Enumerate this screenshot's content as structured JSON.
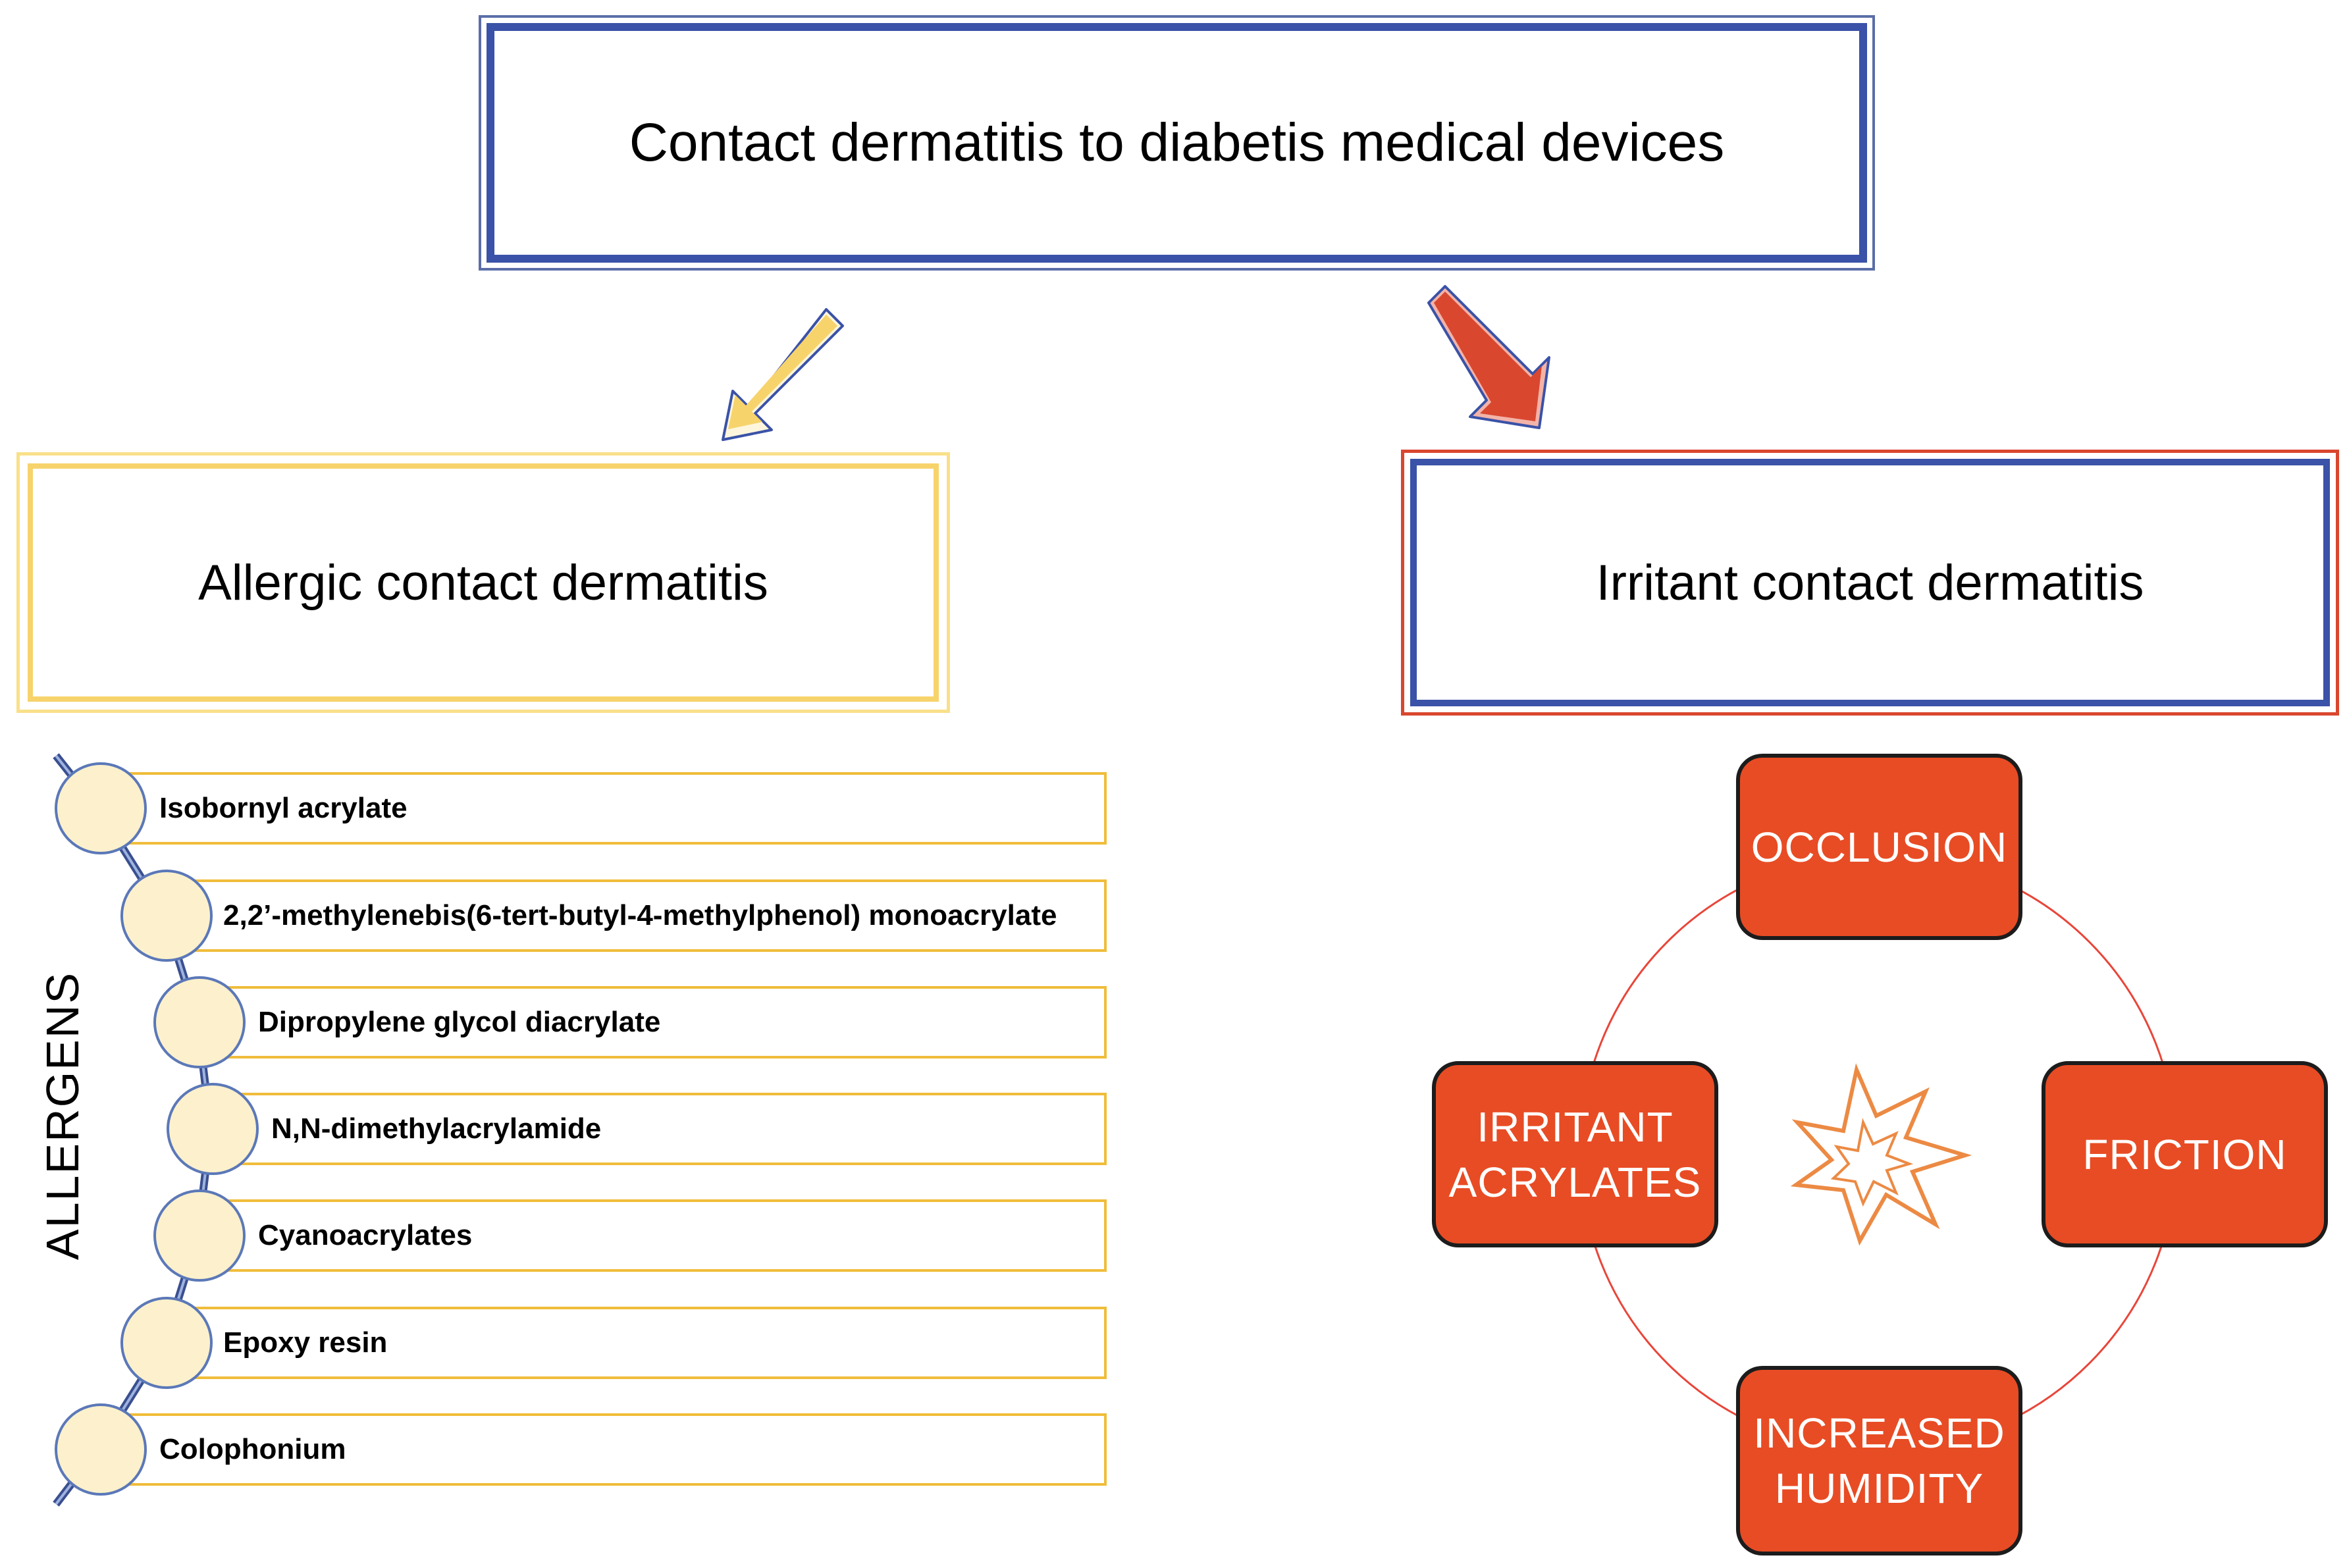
{
  "title": "Contact dermatitis to diabetis medical devices",
  "left_branch": {
    "title": "Allergic contact dermatitis",
    "group_label": "ALLERGENS",
    "items": [
      "Isobornyl acrylate",
      "2,2’-methylenebis(6-tert-butyl-4-methylphenol) monoacrylate",
      "Dipropylene glycol diacrylate",
      "N,N-dimethylacrylamide",
      "Cyanoacrylates",
      "Epoxy resin",
      "Colophonium"
    ]
  },
  "right_branch": {
    "title": "Irritant contact dermatitis",
    "factors": {
      "top": "OCCLUSION",
      "right": "FRICTION",
      "bottom": [
        "INCREASED",
        "HUMIDITY"
      ],
      "left": [
        "IRRITANT",
        "ACRYLATES"
      ]
    }
  },
  "colors": {
    "title_border": "#3a52a7",
    "allergic_border": "#f7d36b",
    "irritant_border_outer": "#d9472f",
    "irritant_border_inner": "#3a52a7",
    "allergen_row_border": "#f0bd3a",
    "allergen_circle_fill": "#fcf1cc",
    "chain_line": "#5b78b8",
    "factor_fill": "#e84c24",
    "cycle_ring": "#e8463a",
    "burst": "#ec8a44",
    "arrow_left": "#f7d36b",
    "arrow_right": "#d9472f"
  }
}
